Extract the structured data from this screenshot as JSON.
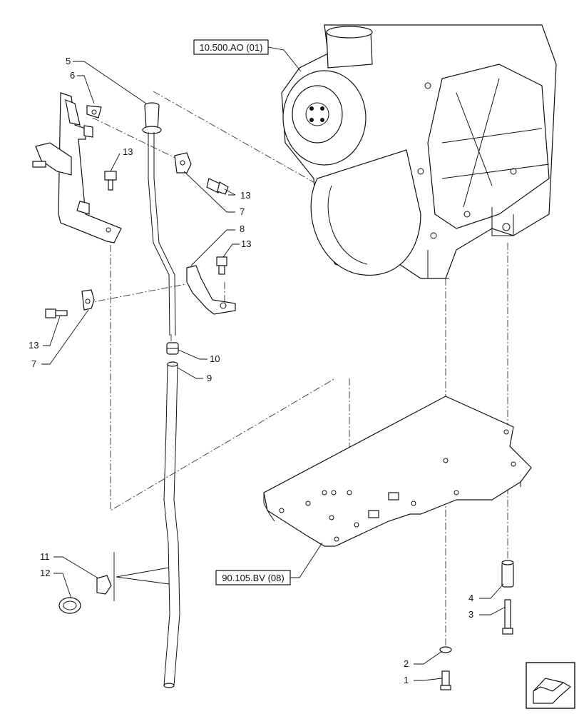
{
  "references": {
    "engine": "10.500.AO (01)",
    "plate": "90.105.BV (08)"
  },
  "callouts": {
    "c1": "1",
    "c2": "2",
    "c3": "3",
    "c4": "4",
    "c5": "5",
    "c6": "6",
    "c7a": "7",
    "c7b": "7",
    "c8": "8",
    "c9": "9",
    "c10": "10",
    "c11": "11",
    "c12": "12",
    "c13a": "13",
    "c13b": "13",
    "c13c": "13",
    "c13d": "13"
  },
  "icons": {
    "navigation": "arrow-icon"
  }
}
